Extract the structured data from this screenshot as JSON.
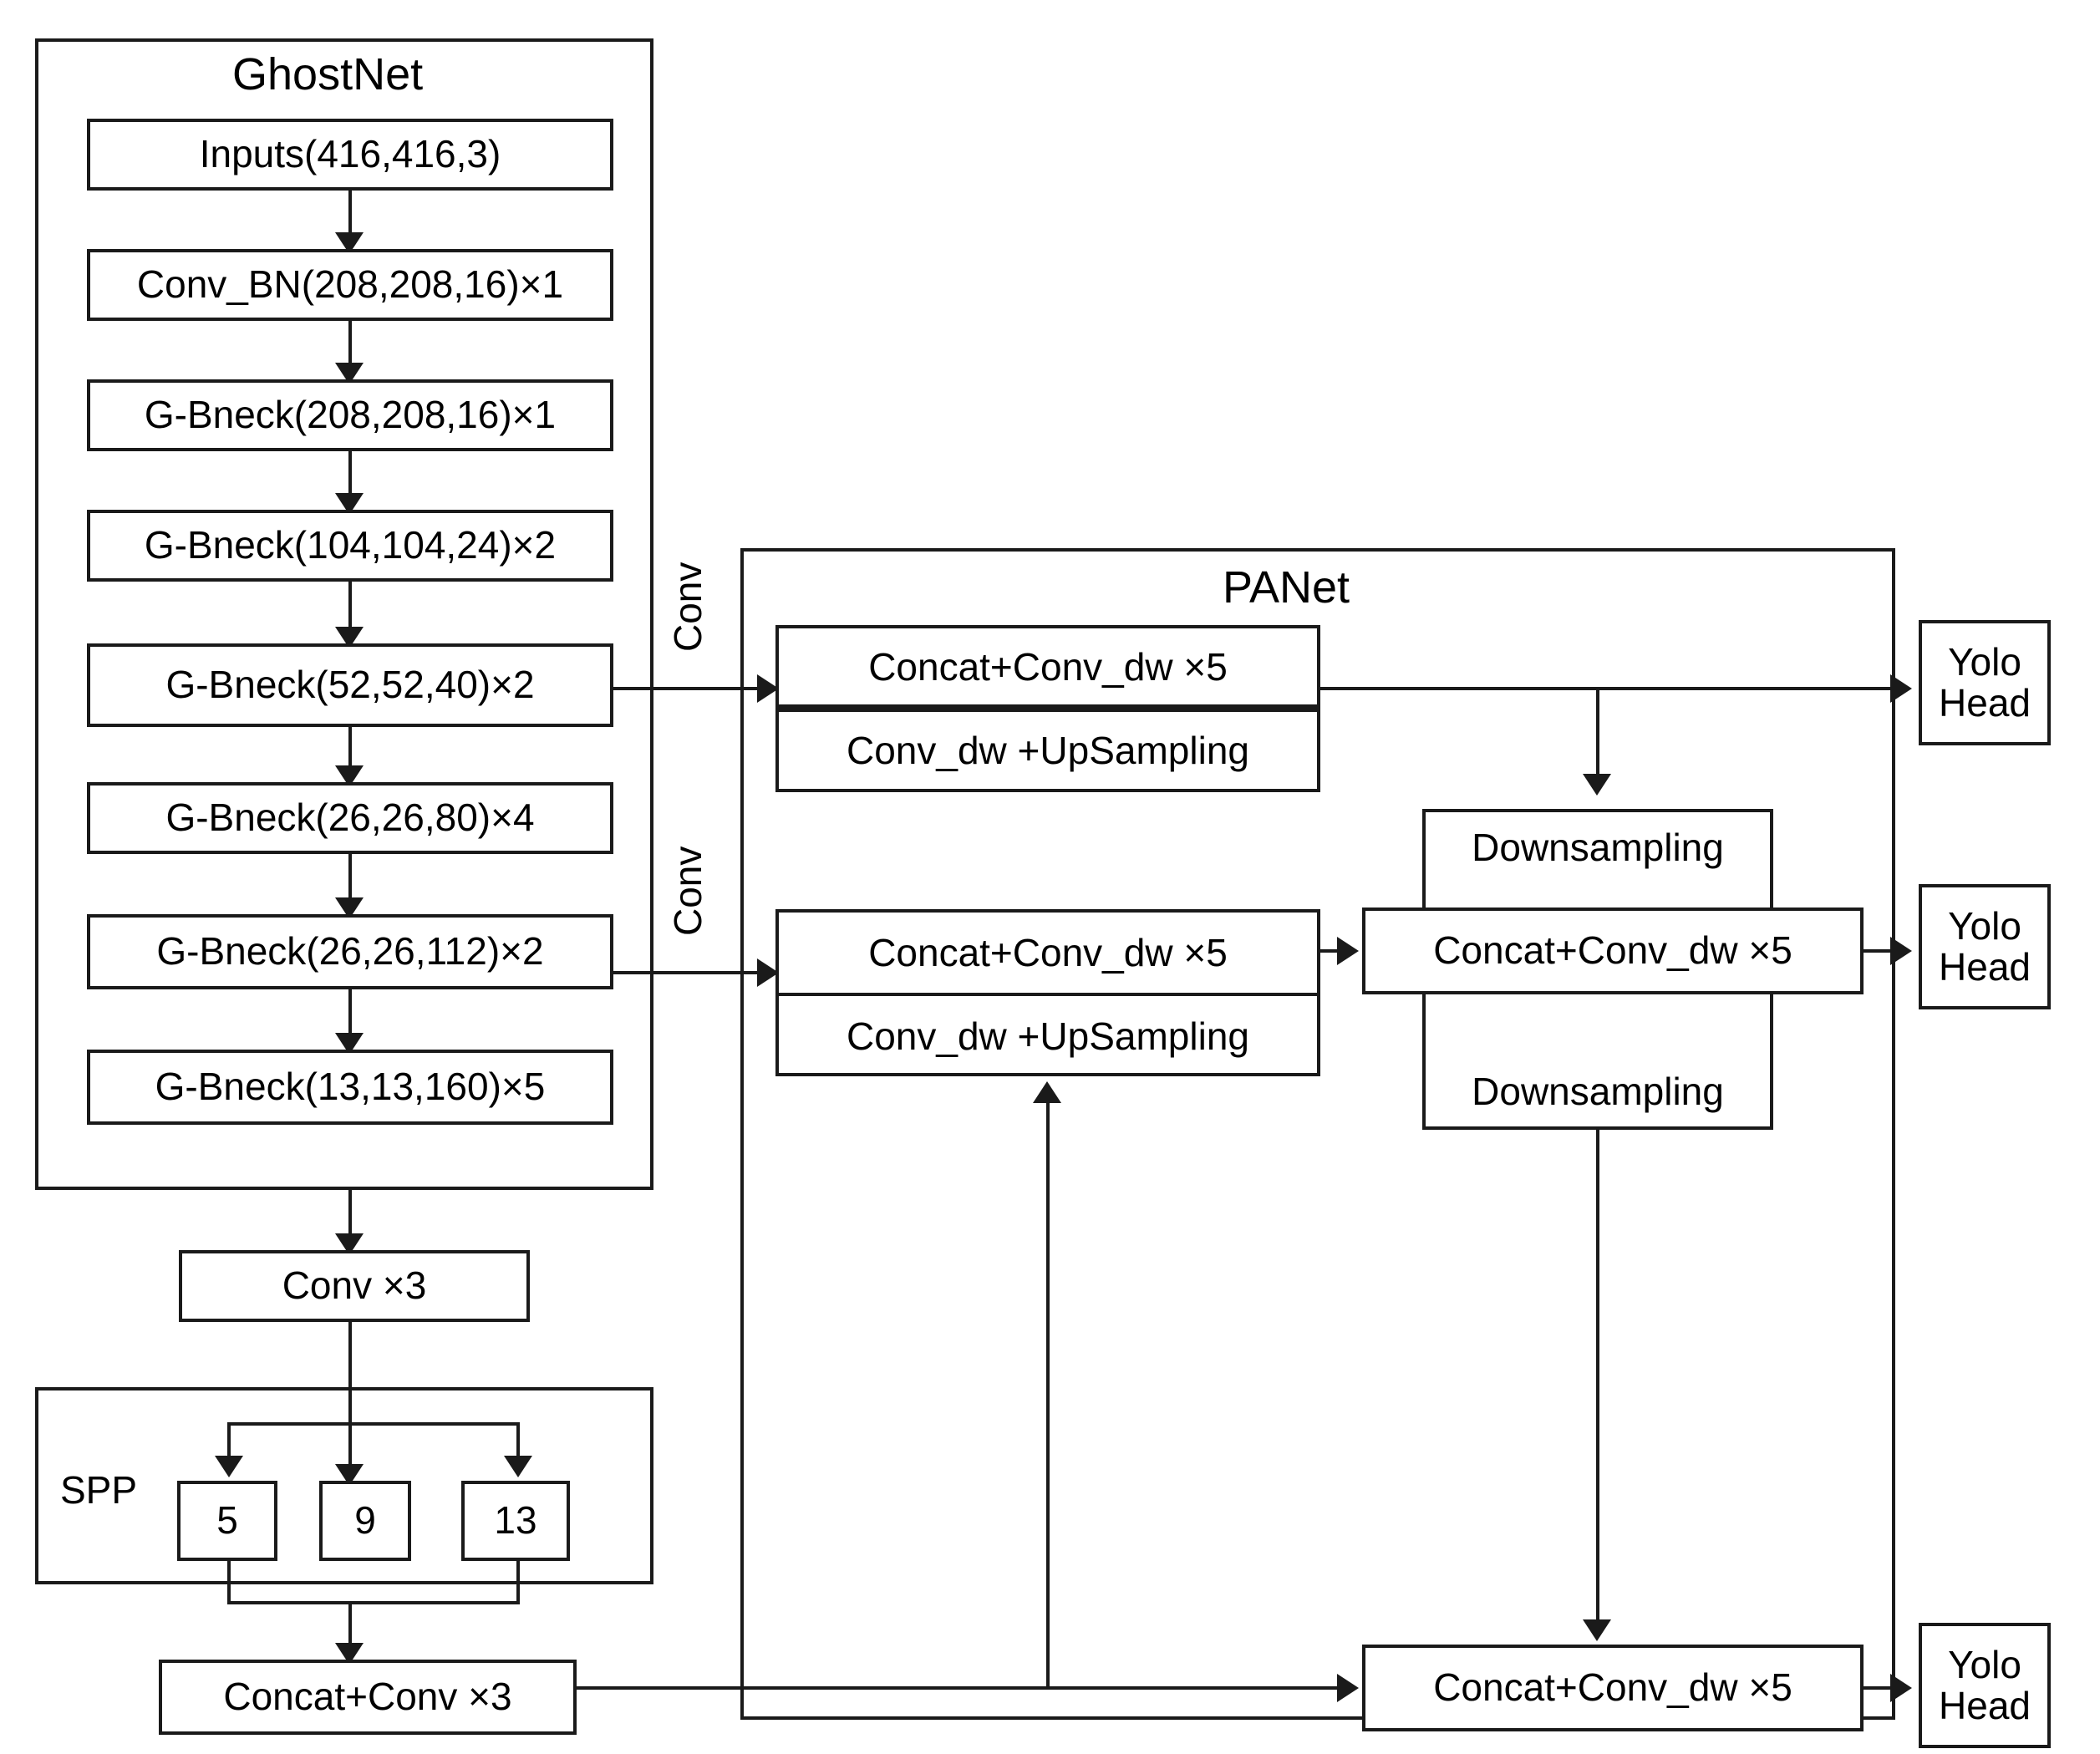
{
  "diagram": {
    "title_ghostnet": "GhostNet",
    "title_panet": "PANet",
    "spp_label": "SPP",
    "conv_label_top": "Conv",
    "conv_label_bottom": "Conv"
  },
  "ghostnet": {
    "layers": [
      {
        "label": "Inputs(416,416,3)"
      },
      {
        "label": "Conv_BN(208,208,16)×1"
      },
      {
        "label": "G-Bneck(208,208,16)×1"
      },
      {
        "label": "G-Bneck(104,104,24)×2"
      },
      {
        "label": "G-Bneck(52,52,40)×2"
      },
      {
        "label": "G-Bneck(26,26,80)×4"
      },
      {
        "label": "G-Bneck(26,26,112)×2"
      },
      {
        "label": "G-Bneck(13,13,160)×5"
      }
    ]
  },
  "neck": {
    "conv_x3": "Conv ×3",
    "spp_kernels": [
      "5",
      "9",
      "13"
    ],
    "concat_conv_x3": "Concat+Conv ×3"
  },
  "panet": {
    "top_block": {
      "concat": "Concat+Conv_dw ×5",
      "upsample": "Conv_dw +UpSampling"
    },
    "mid_block": {
      "concat": "Concat+Conv_dw ×5",
      "upsample": "Conv_dw +UpSampling"
    },
    "right_block": {
      "downsample_top": "Downsampling",
      "concat": "Concat+Conv_dw ×5",
      "downsample_bottom": "Downsampling"
    },
    "bottom_block": {
      "concat": "Concat+Conv_dw ×5"
    }
  },
  "outputs": {
    "heads": [
      {
        "line1": "Yolo",
        "line2": "Head"
      },
      {
        "line1": "Yolo",
        "line2": "Head"
      },
      {
        "line1": "Yolo",
        "line2": "Head"
      }
    ]
  },
  "colors": {
    "stroke": "#1a1a1a",
    "background": "#ffffff"
  }
}
